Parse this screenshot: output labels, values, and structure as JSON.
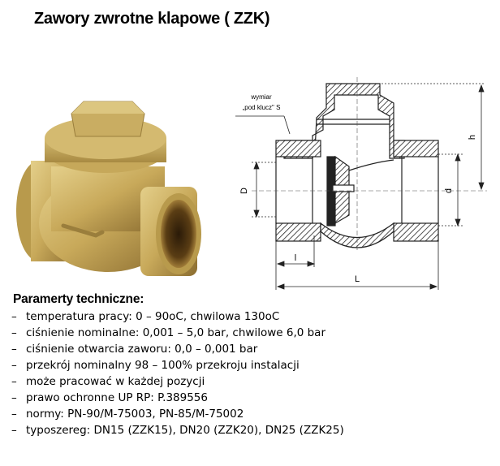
{
  "title": "Zawory zwrotne klapowe ( ZZK)",
  "photo": {
    "alt": "brass swing check valve"
  },
  "drawing": {
    "callout_line1": "wymiar",
    "callout_line2": "„pod klucz\" S",
    "dim_D": "D",
    "dim_d": "d",
    "dim_h": "h",
    "dim_l": "l",
    "dim_L": "L"
  },
  "specs": {
    "heading": "Paramerty techniczne:",
    "bullet": "–",
    "items": [
      "temperatura pracy: 0 – 90oC, chwilowa 130oC",
      "ciśnienie nominalne: 0,001 – 5,0 bar, chwilowe 6,0 bar",
      "ciśnienie otwarcia zaworu: 0,0 – 0,001 bar",
      "przekrój nominalny 98 – 100% przekroju instalacji",
      "może pracować w każdej pozycji",
      "prawo ochronne UP RP: P.389556",
      "normy: PN-90/M-75003, PN-85/M-75002",
      "typoszereg: DN15 (ZZK15), DN20 (ZZK20), DN25 (ZZK25)"
    ]
  },
  "colors": {
    "brass_light": "#d9c27a",
    "brass_mid": "#b89a4c",
    "brass_dark": "#6e5524",
    "line": "#222222"
  }
}
